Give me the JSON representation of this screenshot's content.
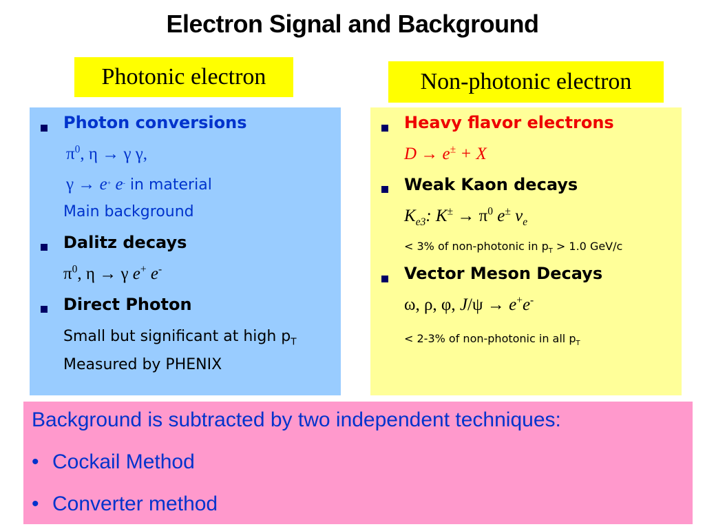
{
  "title": "Electron Signal and Background",
  "labels": {
    "photonic": "Photonic electron",
    "non_photonic": "Non-photonic electron"
  },
  "left_panel": {
    "item1": {
      "heading": "Photon conversions",
      "line1": {
        "a": "π",
        "a_sup": "0",
        "b": ", η → γ γ,"
      },
      "line2": {
        "a": "γ → ",
        "e1": "e",
        "e1_sup": "+",
        "e2": " e",
        "e2_sup": "-",
        "tail": " in material"
      },
      "line3": "Main background"
    },
    "item2": {
      "heading": "Dalitz decays",
      "line1": {
        "a": "π",
        "a_sup": "0",
        "b": ", η → γ ",
        "e1": "e",
        "e1_sup": "+",
        "e2": " e",
        "e2_sup": "-"
      }
    },
    "item3": {
      "heading": "Direct Photon",
      "line1": {
        "text": "Small but significant at high p",
        "sub": "T"
      },
      "line2": "Measured by PHENIX"
    }
  },
  "right_panel": {
    "item1": {
      "heading": "Heavy flavor electrons",
      "line1": {
        "a": "D → e",
        "sup": "±",
        "b": " + X"
      }
    },
    "item2": {
      "heading": "Weak Kaon decays",
      "line1": {
        "k": "K",
        "k_sub": "e3",
        "colon": ": K",
        "k_sup": "±",
        "arrow": " → π",
        "pi_sup": "0",
        "e": " e",
        "e_sup": "±",
        "nu": "  ν",
        "nu_sub": "e"
      },
      "line2": {
        "a": "< 3% of non-photonic in p",
        "sub": "T",
        "b": " > 1.0 GeV/c"
      }
    },
    "item3": {
      "heading": "Vector Meson Decays",
      "line1": {
        "a": "ω, ρ, φ, ",
        "j": "J",
        "b": "/ψ → ",
        "e1": "e",
        "e1_sup": "+",
        "e2": "e",
        "e2_sup": "-"
      },
      "line2": {
        "a": "< 2-3% of non-photonic in all p",
        "sub": "T"
      }
    }
  },
  "bottom_panel": {
    "line1": "Background is subtracted by two independent techniques:",
    "bullet": "•",
    "item1": "Cockail Method",
    "item2": "Converter method"
  }
}
